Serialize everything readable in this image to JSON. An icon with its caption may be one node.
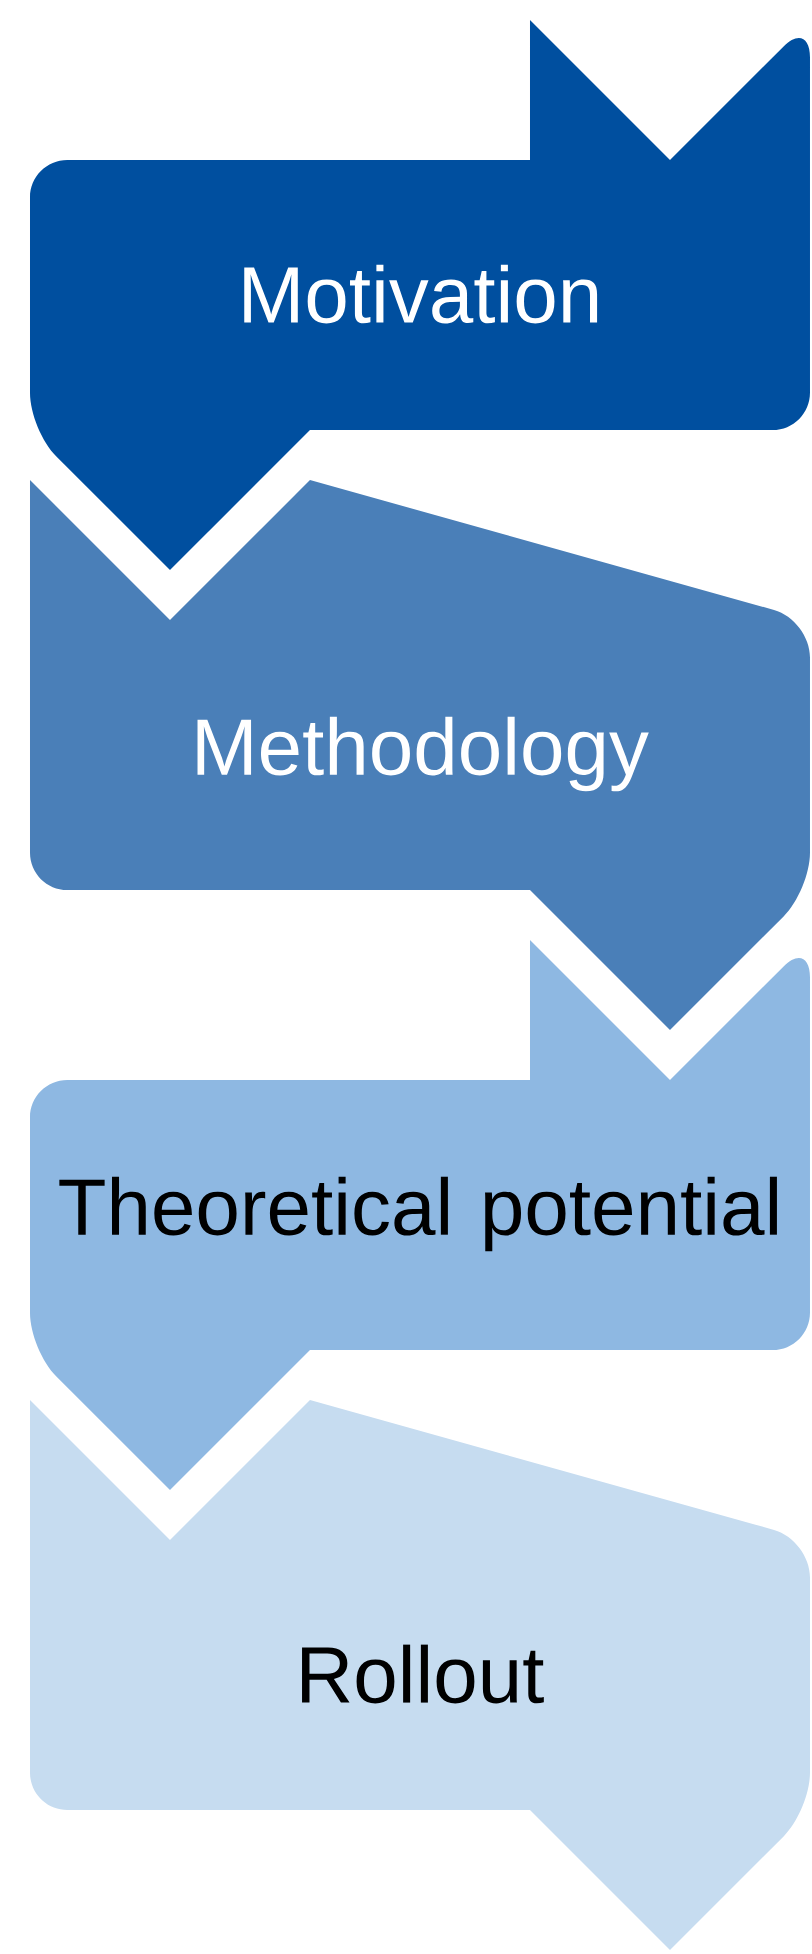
{
  "diagram": {
    "nodes": [
      {
        "text": [
          "Motivation"
        ]
      },
      {
        "text": [
          "Methodology"
        ]
      },
      {
        "text": [
          "Theoretical potential"
        ]
      },
      {
        "text": [
          "Rollout"
        ]
      }
    ]
  }
}
